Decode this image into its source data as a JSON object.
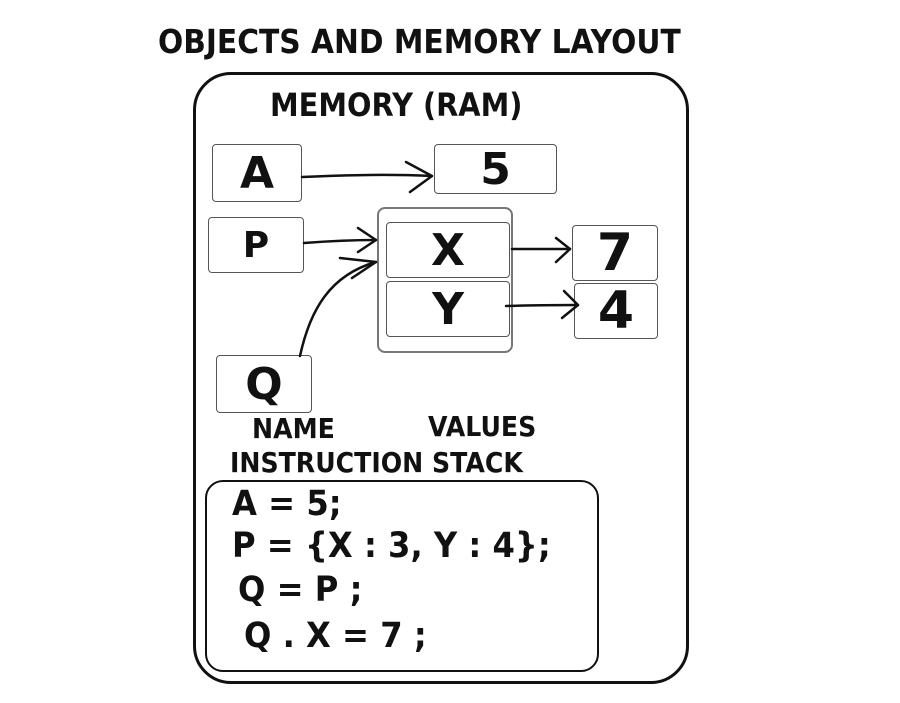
{
  "title": "OBJECTS AND MEMORY LAYOUT",
  "memory_title": "MEMORY (RAM)",
  "names": {
    "a": "A",
    "p": "P",
    "q": "Q"
  },
  "values": {
    "a_value": "5",
    "x_value": "7",
    "y_value": "4"
  },
  "object_fields": {
    "x": "X",
    "y": "Y"
  },
  "column_labels": {
    "name": "NAME",
    "values": "VALUES"
  },
  "instruction_stack": {
    "label": "INSTRUCTION STACK",
    "lines": [
      "A = 5;",
      "P = {X : 3, Y : 4};",
      "Q = P ;",
      "Q . X = 7 ;"
    ]
  }
}
